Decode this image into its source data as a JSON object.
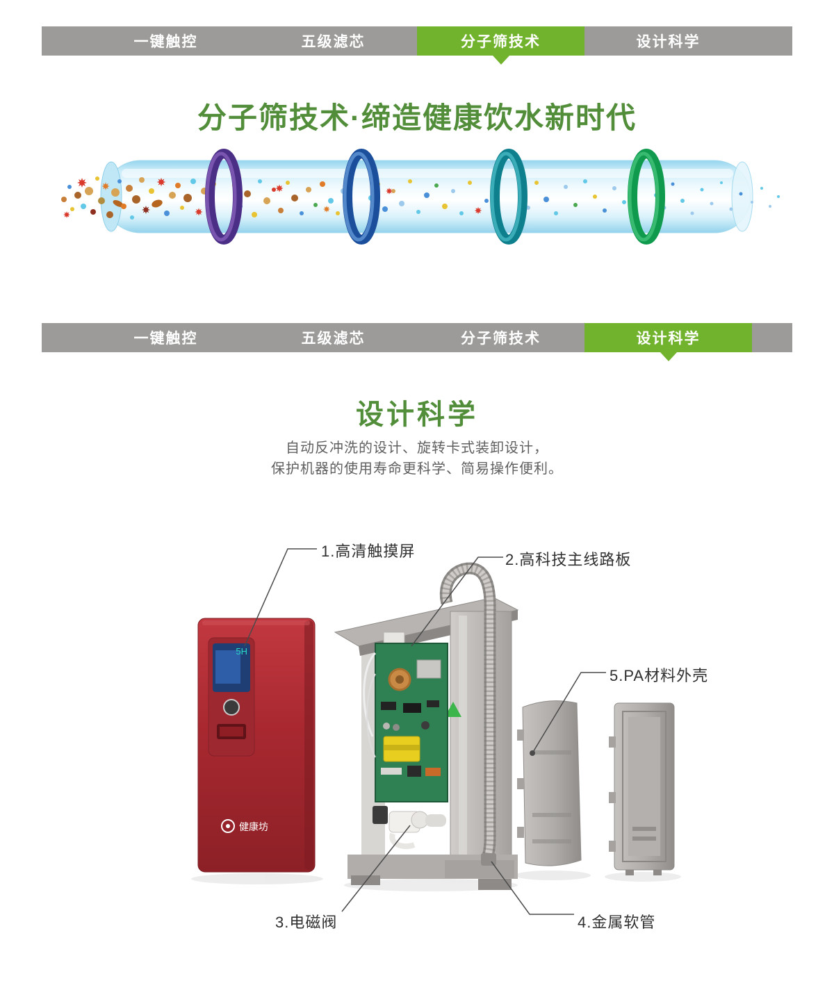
{
  "nav": {
    "items": [
      "一键触控",
      "五级滤芯",
      "分子筛技术",
      "设计科学"
    ],
    "bar1_active": "分子筛技术",
    "bar2_active": "设计科学"
  },
  "molecular_section": {
    "title": "分子筛技术·缔造健康饮水新时代"
  },
  "design_section": {
    "title": "设计科学",
    "desc1": "自动反冲洗的设计、旋转卡式装卸设计，",
    "desc2": "保护机器的使用寿命更科学、简易操作便利。"
  },
  "callouts": {
    "touchscreen": "1.高清触摸屏",
    "mainboard": "2.高科技主线路板",
    "valve": "3.电磁阀",
    "hose": "4.金属软管",
    "shell": "5.PA材料外壳"
  },
  "device": {
    "logo_text": "健康坊",
    "screen_label": "5H"
  },
  "colors": {
    "tab_gray": "#9c9b99",
    "active_green": "#72b32d",
    "heading_green": "#528e3a"
  }
}
